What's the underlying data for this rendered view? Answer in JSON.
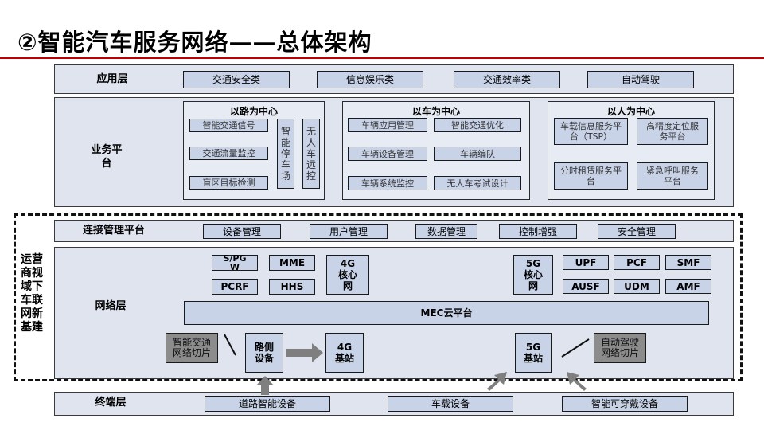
{
  "title": "②智能汽车服务网络——总体架构",
  "app_layer": {
    "label": "应用层",
    "items": [
      "交通安全类",
      "信息娱乐类",
      "交通效率类",
      "自动驾驶"
    ]
  },
  "business_layer": {
    "label": "业务平台",
    "road": {
      "title": "以路为中心",
      "items": [
        "智能交通信号",
        "交通流量监控",
        "盲区目标检测"
      ],
      "v1": "智能停车场",
      "v2": "无人车远控"
    },
    "car": {
      "title": "以车为中心",
      "items": [
        "车辆应用管理",
        "智能交通优化",
        "车辆设备管理",
        "车辆编队",
        "车辆系统监控",
        "无人车考试设计"
      ]
    },
    "person": {
      "title": "以人为中心",
      "items": [
        "车载信息服务平台（TSP）",
        "高精度定位服务平台",
        "分时租赁服务平台",
        "紧急呼叫服务平台"
      ]
    }
  },
  "operator_label": "运营商视域下车联网新基建",
  "connection_layer": {
    "label": "连接管理平台",
    "items": [
      "设备管理",
      "用户管理",
      "数据管理",
      "控制增强",
      "安全管理"
    ]
  },
  "network_layer": {
    "label": "网络层",
    "core4g": [
      "S/PGW",
      "MME",
      "PCRF",
      "HHS"
    ],
    "core4g_box": "4G核心网",
    "core5g_box": "5G核心网",
    "core5g": [
      "UPF",
      "PCF",
      "SMF",
      "AUSF",
      "UDM",
      "AMF"
    ],
    "mec": "MEC云平台",
    "slice_left": "智能交通网络切片",
    "roadside": "路侧设备",
    "bs4g": "4G基站",
    "bs5g": "5G基站",
    "slice_right": "自动驾驶网络切片"
  },
  "terminal_layer": {
    "label": "终端层",
    "items": [
      "道路智能设备",
      "车载设备",
      "智能可穿戴设备"
    ]
  },
  "colors": {
    "accent_rule": "#c00000",
    "panel_bg": "#dfe4ef",
    "chip_bg": "#c8d3e8",
    "slice_gray": "#8c8c8c",
    "arrow_gray": "#7f7f7f"
  }
}
